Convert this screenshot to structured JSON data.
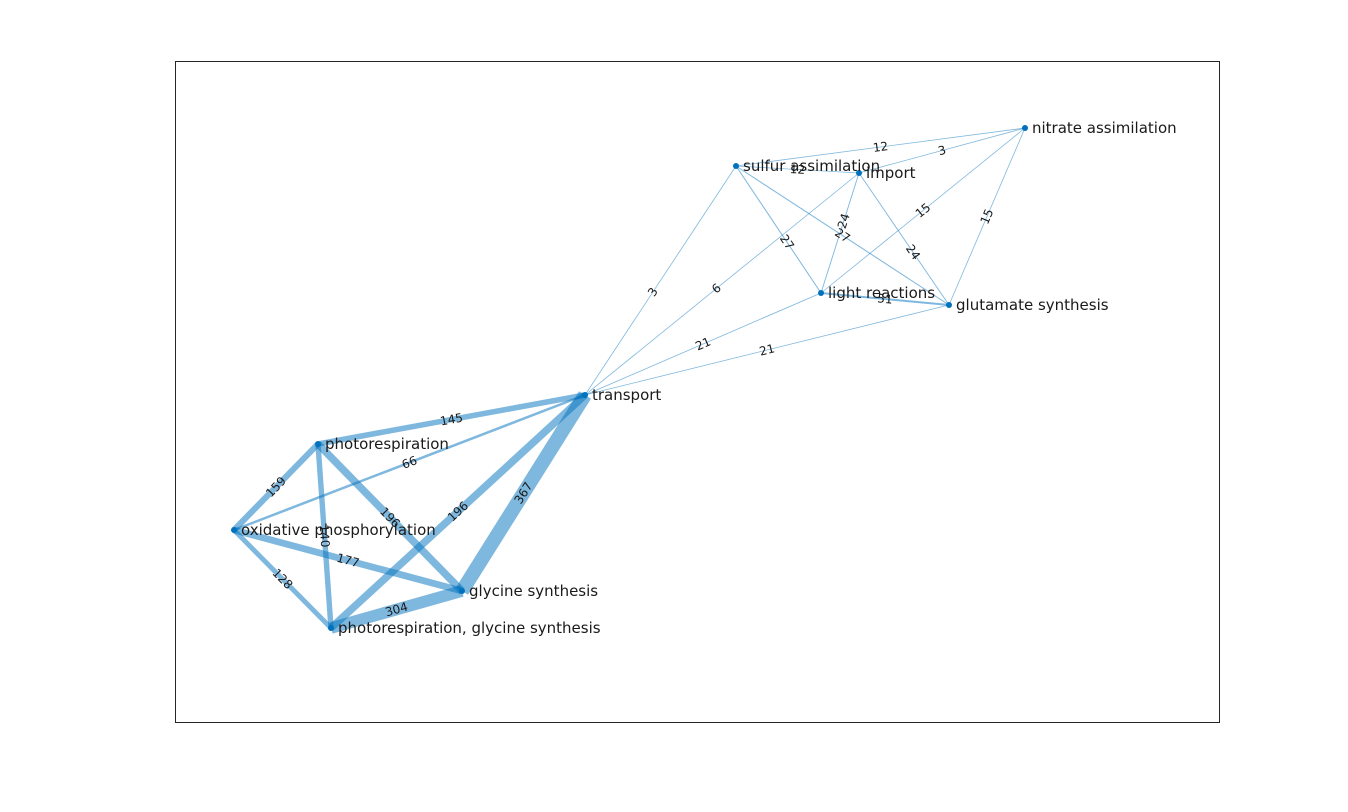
{
  "graph": {
    "node_color": "#0072BD",
    "edge_color": "#0072BD",
    "frame_color": "#262626",
    "nodes": [
      {
        "id": "nitrate",
        "label": "nitrate assimilation"
      },
      {
        "id": "sulfur",
        "label": "sulfur assimilation"
      },
      {
        "id": "import",
        "label": "import"
      },
      {
        "id": "light",
        "label": "light reactions"
      },
      {
        "id": "glutamate",
        "label": "glutamate synthesis"
      },
      {
        "id": "transport",
        "label": "transport"
      },
      {
        "id": "photoresp",
        "label": "photorespiration"
      },
      {
        "id": "oxphos",
        "label": "oxidative phosphorylation"
      },
      {
        "id": "glycine",
        "label": "glycine synthesis"
      },
      {
        "id": "pr_gly",
        "label": "photorespiration, glycine synthesis"
      }
    ],
    "edges": [
      {
        "source": "sulfur",
        "target": "nitrate",
        "weight": 12,
        "label": "12"
      },
      {
        "source": "import",
        "target": "nitrate",
        "weight": 3,
        "label": "3"
      },
      {
        "source": "sulfur",
        "target": "import",
        "weight": 12,
        "label": "12"
      },
      {
        "source": "sulfur",
        "target": "light",
        "weight": 27,
        "label": "27"
      },
      {
        "source": "sulfur",
        "target": "glutamate",
        "weight": 27,
        "label": "27"
      },
      {
        "source": "import",
        "target": "light",
        "weight": 24,
        "label": "24"
      },
      {
        "source": "import",
        "target": "glutamate",
        "weight": 24,
        "label": "24"
      },
      {
        "source": "nitrate",
        "target": "light",
        "weight": 15,
        "label": "15"
      },
      {
        "source": "nitrate",
        "target": "glutamate",
        "weight": 15,
        "label": "15"
      },
      {
        "source": "light",
        "target": "glutamate",
        "weight": 51,
        "label": "51"
      },
      {
        "source": "transport",
        "target": "sulfur",
        "weight": 3,
        "label": "3"
      },
      {
        "source": "transport",
        "target": "import",
        "weight": 6,
        "label": "6"
      },
      {
        "source": "transport",
        "target": "light",
        "weight": 21,
        "label": "21"
      },
      {
        "source": "transport",
        "target": "glutamate",
        "weight": 21,
        "label": "21"
      },
      {
        "source": "photoresp",
        "target": "transport",
        "weight": 145,
        "label": "145"
      },
      {
        "source": "oxphos",
        "target": "transport",
        "weight": 66,
        "label": "66"
      },
      {
        "source": "photoresp",
        "target": "oxphos",
        "weight": 159,
        "label": "159"
      },
      {
        "source": "photoresp",
        "target": "glycine",
        "weight": 196,
        "label": "196"
      },
      {
        "source": "pr_gly",
        "target": "transport",
        "weight": 196,
        "label": "196"
      },
      {
        "source": "glycine",
        "target": "transport",
        "weight": 367,
        "label": "367"
      },
      {
        "source": "photoresp",
        "target": "pr_gly",
        "weight": 140,
        "label": "140"
      },
      {
        "source": "oxphos",
        "target": "glycine",
        "weight": 177,
        "label": "177"
      },
      {
        "source": "oxphos",
        "target": "pr_gly",
        "weight": 128,
        "label": "128"
      },
      {
        "source": "pr_gly",
        "target": "glycine",
        "weight": 304,
        "label": "304"
      }
    ]
  }
}
